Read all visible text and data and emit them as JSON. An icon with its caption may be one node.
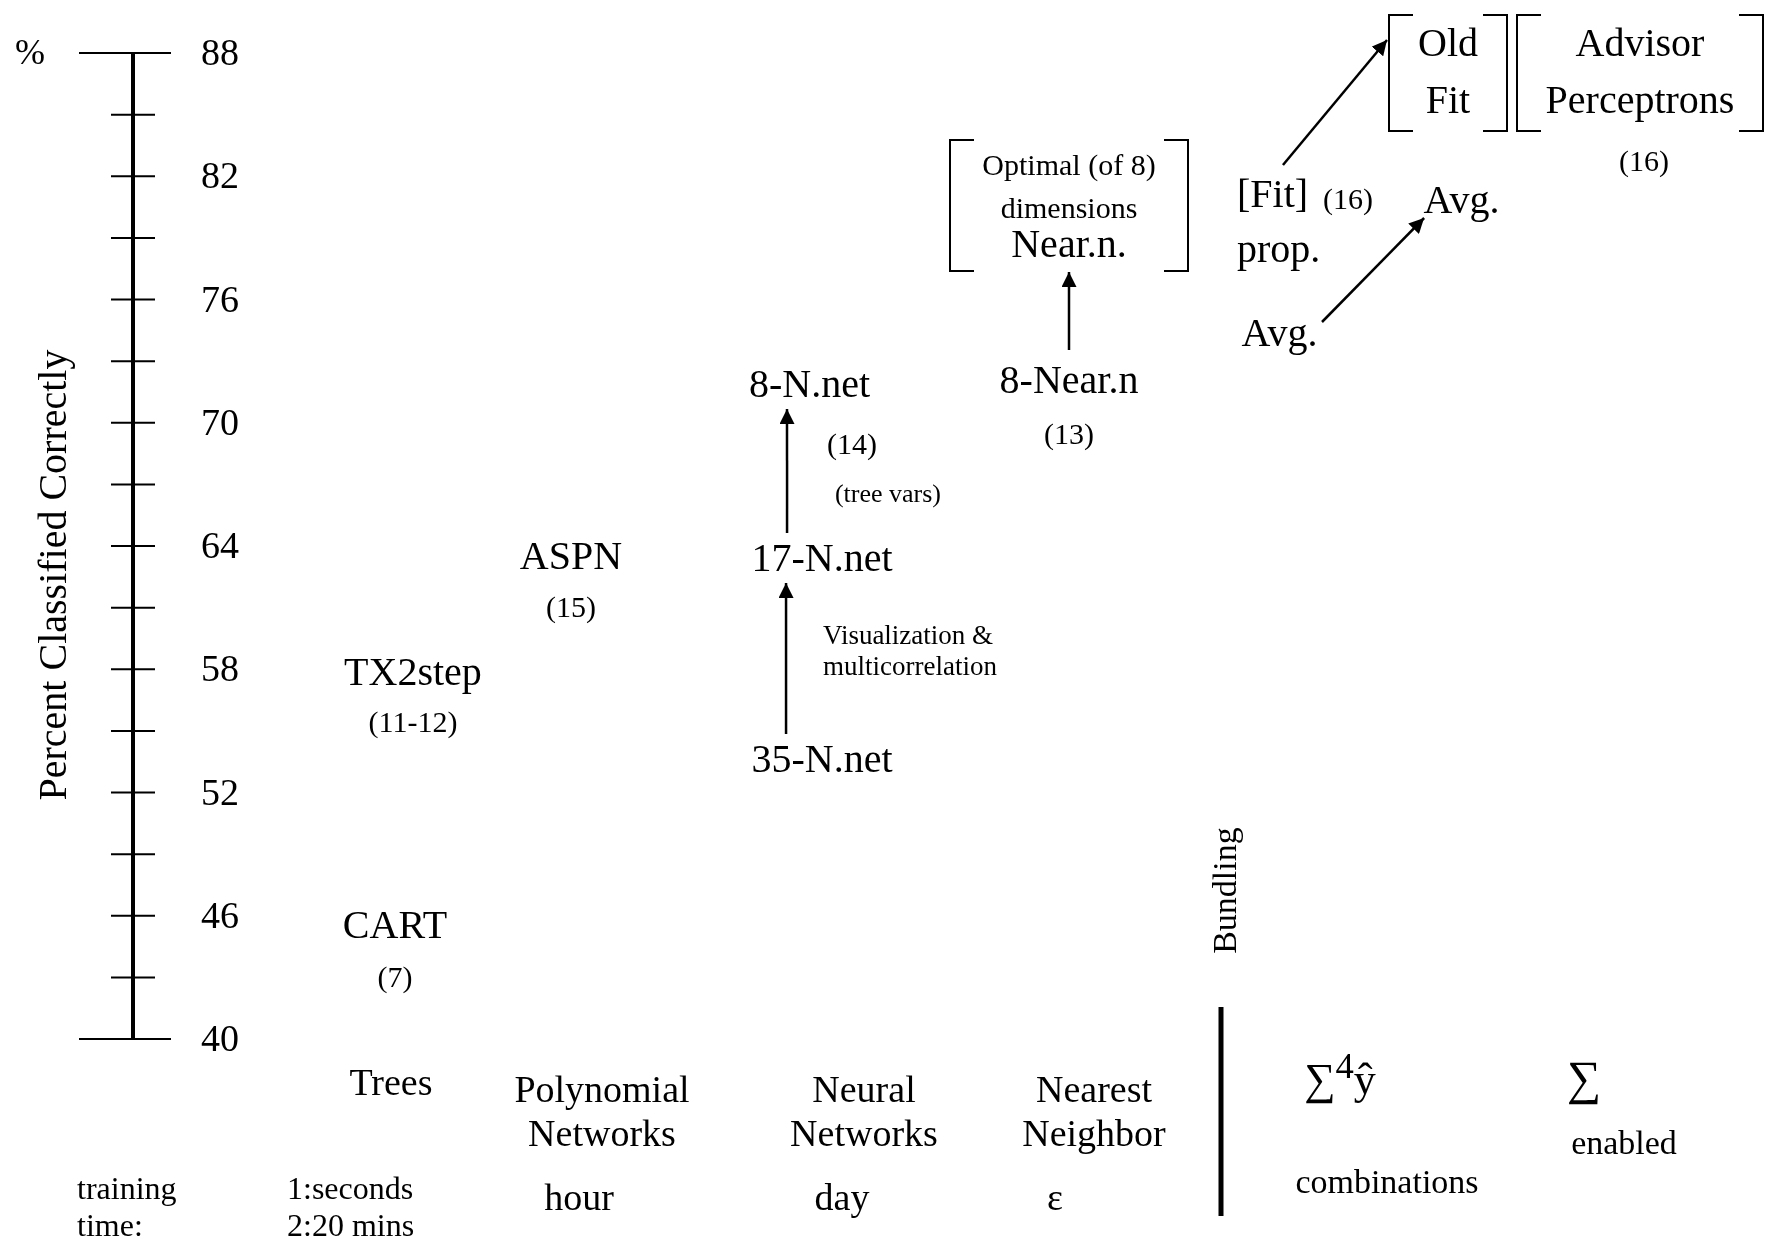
{
  "diagram": {
    "nodes": [
      {
        "text": [
          "Old Fit"
        ]
      },
      {
        "text": [
          "Advisor Perceptrons"
        ],
        "beside": [
          "(16)"
        ]
      },
      {
        "text": [
          "Optimal (of 8) dimensions",
          "Near.n."
        ]
      },
      {
        "text": [
          "[Fit]",
          "(16)",
          "prop."
        ]
      },
      {
        "text": [
          "Avg."
        ]
      },
      {
        "text": [
          "Avg."
        ]
      },
      {
        "text": [
          "8-N.net"
        ],
        "beside": [
          "(14)"
        ]
      },
      {
        "text": [
          "8-Near.n"
        ],
        "beside": [
          "(13)"
        ]
      },
      {
        "text": [
          "17-N.net"
        ]
      },
      {
        "text": [
          "35-N.net"
        ]
      }
    ],
    "edges": [
      {
        "from": 9,
        "to": 8,
        "arrow": "to",
        "label": "Visualization & multicorrelation"
      },
      {
        "from": 8,
        "to": 6,
        "arrow": "to",
        "label": "(tree vars)"
      },
      {
        "from": 7,
        "to": 2,
        "arrow": "to"
      },
      {
        "from": 5,
        "to": 4,
        "arrow": "to"
      },
      {
        "from": 3,
        "to": 0,
        "arrow": "to"
      }
    ],
    "labels": [
      "%",
      "88",
      "82",
      "76",
      "70",
      "64",
      "58",
      "52",
      "46",
      "40",
      "Percent Classified Correctly",
      "CART",
      "(7)",
      "TX2step",
      "(11-12)",
      "ASPN",
      "(15)",
      "Bundling",
      "∑$^{4}$ŷ",
      "combinations",
      "∑",
      "enabled",
      "Trees",
      "Polynomial Networks",
      "Neural Networks",
      "Nearest Neighbor",
      "training time:",
      "1:seconds 2:20 mins",
      "hour",
      "day",
      "ε"
    ]
  }
}
